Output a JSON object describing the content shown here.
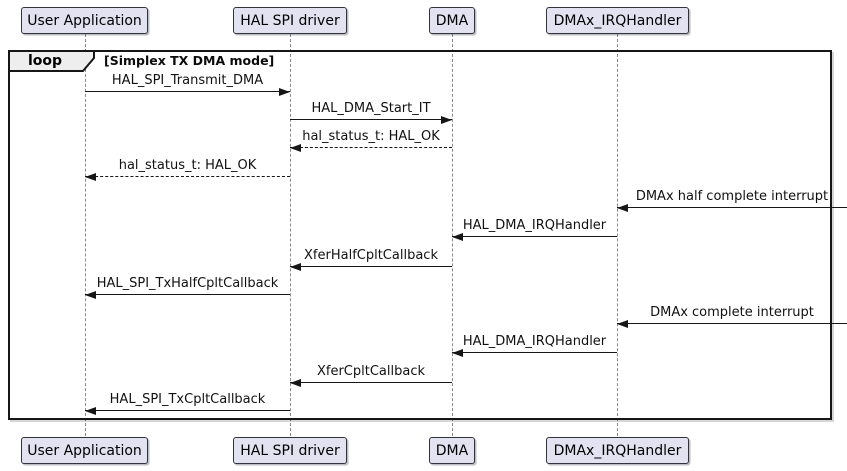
{
  "diagram_type": "uml-sequence-diagram",
  "participants": [
    {
      "label": "User Application"
    },
    {
      "label": "HAL SPI driver"
    },
    {
      "label": "DMA"
    },
    {
      "label": "DMAx_IRQHandler"
    }
  ],
  "loop": {
    "operator": "loop",
    "guard": "[Simplex TX DMA mode]"
  },
  "messages": [
    {
      "label": "HAL_SPI_Transmit_DMA",
      "from": "User Application",
      "to": "HAL SPI driver",
      "line": "solid",
      "direction": "right"
    },
    {
      "label": "HAL_DMA_Start_IT",
      "from": "HAL SPI driver",
      "to": "DMA",
      "line": "solid",
      "direction": "right"
    },
    {
      "label": "hal_status_t: HAL_OK",
      "from": "DMA",
      "to": "HAL SPI driver",
      "line": "dashed",
      "direction": "left"
    },
    {
      "label": "hal_status_t: HAL_OK",
      "from": "HAL SPI driver",
      "to": "User Application",
      "line": "dashed",
      "direction": "left"
    },
    {
      "label": "DMAx half complete interrupt",
      "from": "external",
      "to": "DMAx_IRQHandler",
      "line": "solid",
      "direction": "left"
    },
    {
      "label": "HAL_DMA_IRQHandler",
      "from": "DMAx_IRQHandler",
      "to": "DMA",
      "line": "solid",
      "direction": "left"
    },
    {
      "label": "XferHalfCpltCallback",
      "from": "DMA",
      "to": "HAL SPI driver",
      "line": "solid",
      "direction": "left"
    },
    {
      "label": "HAL_SPI_TxHalfCpltCallback",
      "from": "HAL SPI driver",
      "to": "User Application",
      "line": "solid",
      "direction": "left"
    },
    {
      "label": "DMAx complete interrupt",
      "from": "external",
      "to": "DMAx_IRQHandler",
      "line": "solid",
      "direction": "left"
    },
    {
      "label": "HAL_DMA_IRQHandler",
      "from": "DMAx_IRQHandler",
      "to": "DMA",
      "line": "solid",
      "direction": "left"
    },
    {
      "label": "XferCpltCallback",
      "from": "DMA",
      "to": "HAL SPI driver",
      "line": "solid",
      "direction": "left"
    },
    {
      "label": "HAL_SPI_TxCpltCallback",
      "from": "HAL SPI driver",
      "to": "User Application",
      "line": "solid",
      "direction": "left"
    }
  ],
  "colors": {
    "participant_fill": "#E2E2F0",
    "participant_border": "#33333F",
    "frame_border": "#161616",
    "pentagon_fill": "#EEEEEE",
    "lifeline": "#8A8A8A",
    "arrow": "#161616",
    "text": "#111111",
    "background": "#FFFFFF"
  }
}
